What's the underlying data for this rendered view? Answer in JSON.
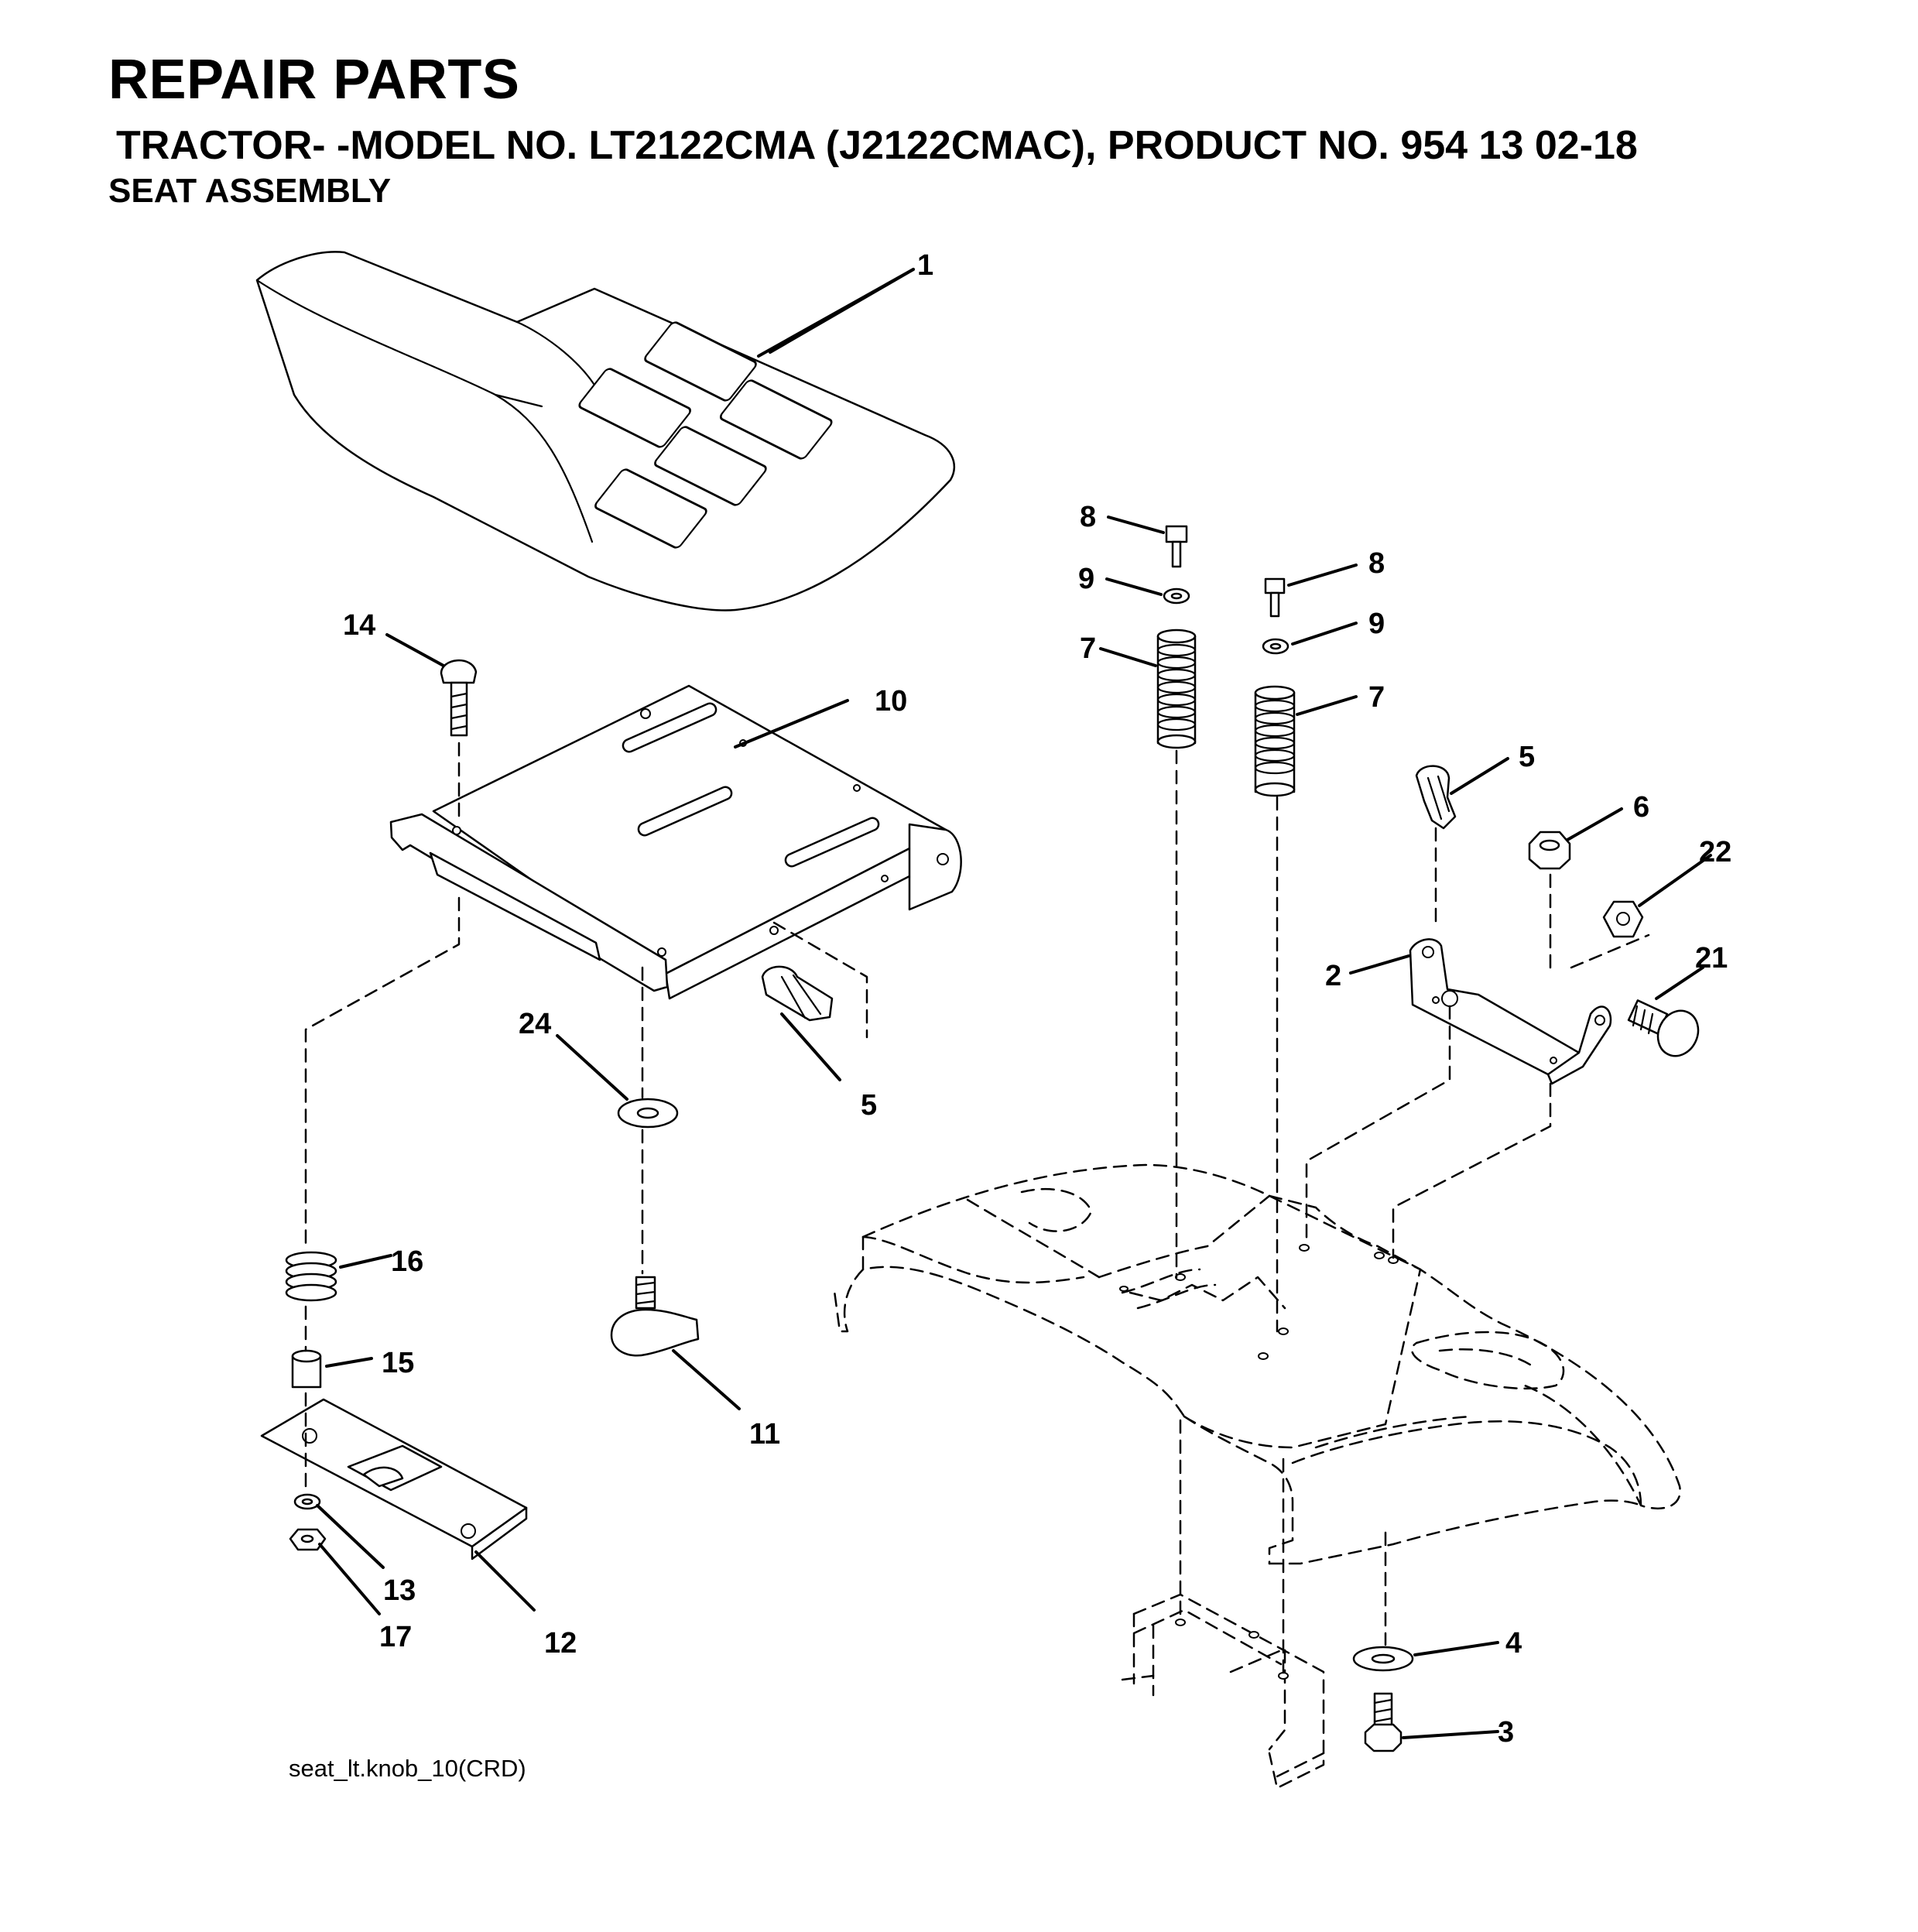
{
  "header": {
    "title": "REPAIR PARTS",
    "subtitle": "TRACTOR- -MODEL NO. LT2122CMA (J2122CMAC), PRODUCT NO. 954 13 02-18",
    "section": "SEAT ASSEMBLY"
  },
  "callouts": {
    "c1": "1",
    "c2": "2",
    "c3": "3",
    "c4": "4",
    "c5a": "5",
    "c5b": "5",
    "c6": "6",
    "c7a": "7",
    "c7b": "7",
    "c8a": "8",
    "c8b": "8",
    "c9a": "9",
    "c9b": "9",
    "c10": "10",
    "c11": "11",
    "c12": "12",
    "c13": "13",
    "c14": "14",
    "c15": "15",
    "c16": "16",
    "c17": "17",
    "c21": "21",
    "c22": "22",
    "c24": "24"
  },
  "footer": {
    "drawing_ref": "seat_lt.knob_10(CRD)"
  }
}
